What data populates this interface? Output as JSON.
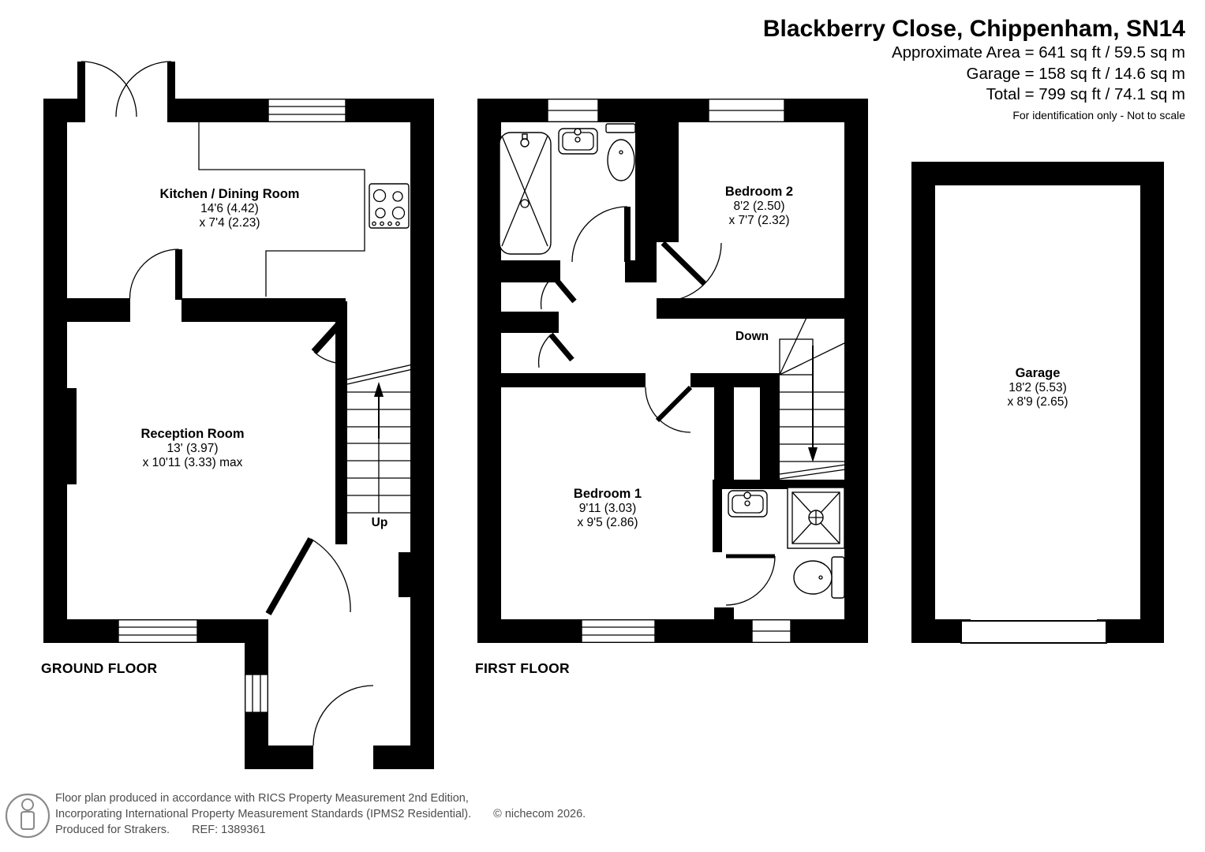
{
  "header": {
    "title": "Blackberry Close, Chippenham, SN14",
    "area_line1": "Approximate Area = 641 sq ft / 59.5 sq m",
    "area_line2": "Garage = 158 sq ft / 14.6 sq m",
    "area_line3": "Total = 799 sq ft / 74.1 sq m",
    "disclaimer": "For identification only - Not to scale"
  },
  "floors": {
    "ground": {
      "label": "GROUND FLOOR",
      "stairs_label": "Up",
      "rooms": {
        "kitchen": {
          "name": "Kitchen / Dining Room",
          "dim1": "14'6 (4.42)",
          "dim2": "x 7'4 (2.23)"
        },
        "reception": {
          "name": "Reception Room",
          "dim1": "13' (3.97)",
          "dim2": "x 10'11 (3.33) max"
        }
      }
    },
    "first": {
      "label": "FIRST FLOOR",
      "stairs_label": "Down",
      "rooms": {
        "bedroom2": {
          "name": "Bedroom 2",
          "dim1": "8'2 (2.50)",
          "dim2": "x 7'7 (2.32)"
        },
        "bedroom1": {
          "name": "Bedroom 1",
          "dim1": "9'11 (3.03)",
          "dim2": "x 9'5 (2.86)"
        }
      }
    },
    "garage": {
      "rooms": {
        "garage": {
          "name": "Garage",
          "dim1": "18'2 (5.53)",
          "dim2": "x 8'9 (2.65)"
        }
      }
    }
  },
  "footer": {
    "line1": "Floor plan produced in accordance with RICS Property Measurement 2nd Edition,",
    "line2": "Incorporating International Property Measurement Standards (IPMS2 Residential).",
    "copyright": "© nichecom 2026.",
    "line3": "Produced for Strakers.",
    "ref": "REF: 1389361",
    "person_icon": "person-icon"
  },
  "colors": {
    "wall": "#000000",
    "text": "#000000",
    "footer_text": "#4d4d4d"
  }
}
